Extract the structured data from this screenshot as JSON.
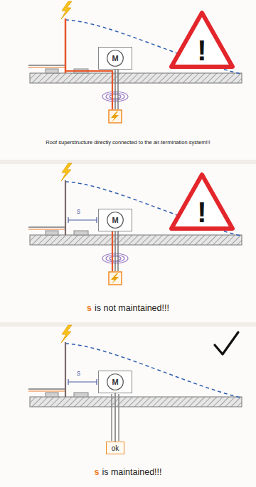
{
  "diagram": {
    "nodes": [
      {
        "text": [
          "!"
        ]
      },
      {
        "text": [
          "M"
        ]
      },
      {
        "text": [
          "!"
        ]
      },
      {
        "text": [
          "M"
        ]
      },
      {
        "text": [
          "M"
        ]
      },
      {
        "text": [
          "ok"
        ]
      }
    ],
    "edges": [
      {
        "from": 4,
        "to": 5,
        "arrow": "none"
      }
    ],
    "labels": [
      "Roof superstructure directly connected to the air-termination system!!!",
      "s",
      "s",
      "is not maintained!!!",
      "s",
      "s",
      "is maintained!!!"
    ]
  }
}
